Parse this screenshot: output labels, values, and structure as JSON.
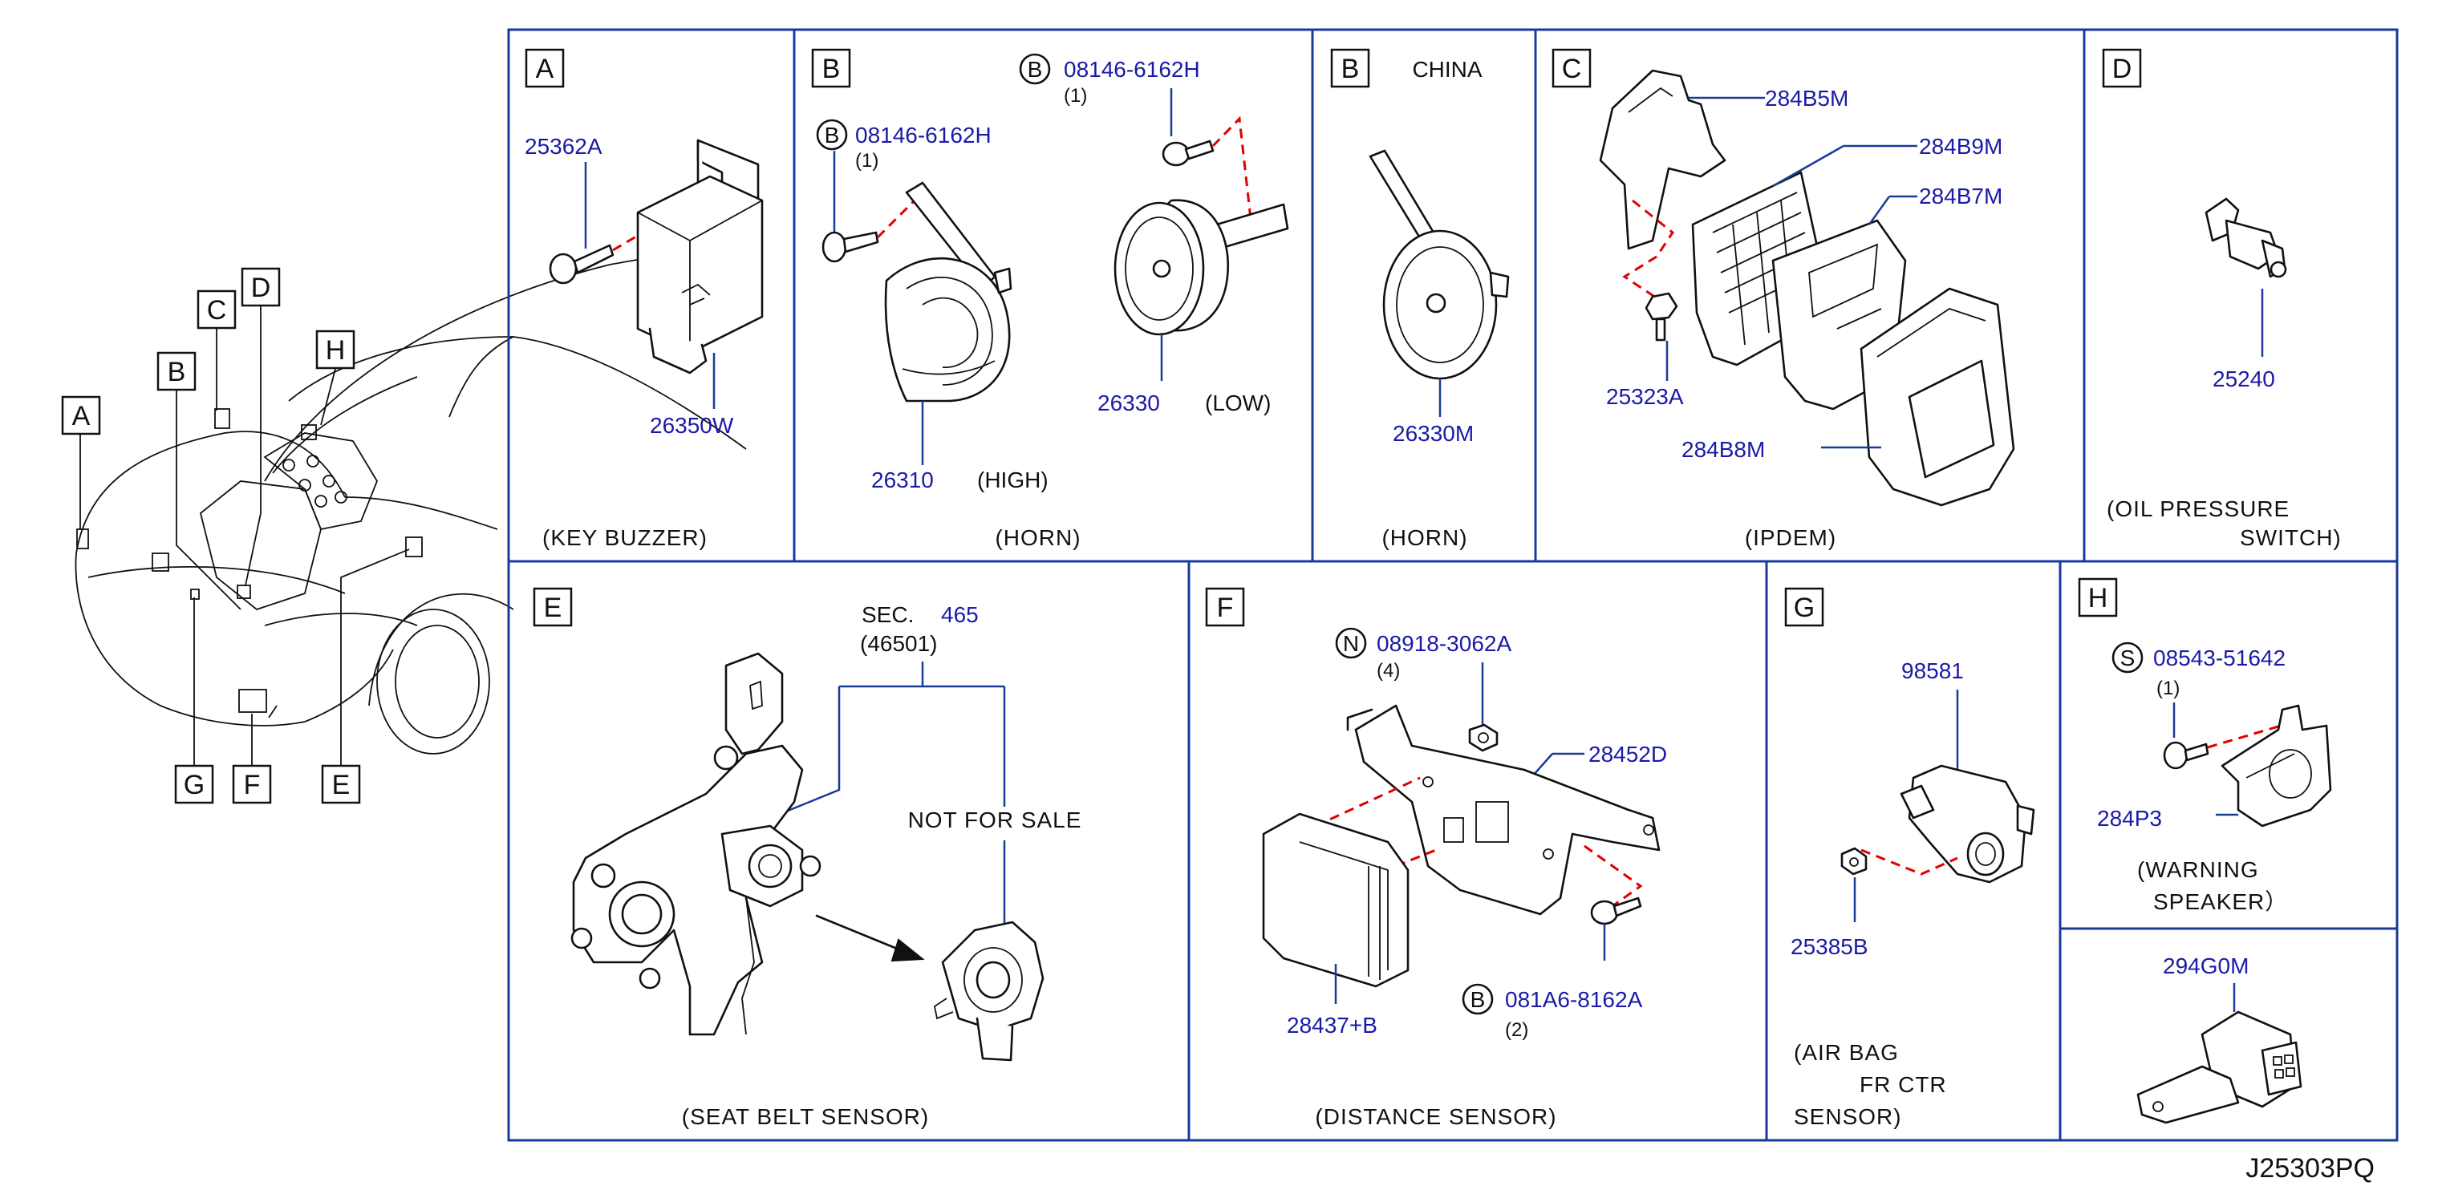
{
  "sections": [
    {
      "letter": "A",
      "caption": "(KEY   BUZZER)",
      "parts": [
        "25362A",
        "26350W"
      ]
    },
    {
      "letter": "B",
      "caption": "(HORN)",
      "bolt_left": {
        "symbol": "B",
        "number": "08146-6162H",
        "qty": "(1)"
      },
      "bolt_right": {
        "symbol": "B",
        "number": "08146-6162H",
        "qty": "(1)"
      },
      "parts": [
        "26310",
        "26330"
      ],
      "notes": [
        "(HIGH)",
        "(LOW)"
      ]
    },
    {
      "letter": "B",
      "caption": "(HORN)",
      "note": "CHINA",
      "parts": [
        "26330M"
      ]
    },
    {
      "letter": "C",
      "caption": "(IPDEM)",
      "parts": [
        "284B5M",
        "284B9M",
        "284B7M",
        "25323A",
        "284B8M"
      ]
    },
    {
      "letter": "D",
      "caption_1": "(OIL   PRESSURE",
      "caption_2": "SWITCH)",
      "parts": [
        "25240"
      ]
    },
    {
      "letter": "E",
      "caption": "(SEAT   BELT   SENSOR)",
      "sec_label": "SEC.",
      "sec_number": "465",
      "sec_sub": "(46501)",
      "nfs": "NOT   FOR   SALE"
    },
    {
      "letter": "F",
      "caption": "(DISTANCE   SENSOR)",
      "nut": {
        "symbol": "N",
        "number": "08918-3062A",
        "qty": "(4)"
      },
      "bolt": {
        "symbol": "B",
        "number": "081A6-8162A",
        "qty": "(2)"
      },
      "parts": [
        "28452D",
        "28437+B"
      ]
    },
    {
      "letter": "G",
      "caption_1": "(AIR   BAG",
      "caption_2": "FR   CTR",
      "caption_3": "SENSOR)",
      "parts": [
        "98581",
        "25385B"
      ]
    },
    {
      "letter": "H",
      "caption_1": "(WARNING",
      "caption_2": "SPEAKER）",
      "screw": {
        "symbol": "S",
        "number": "08543-51642",
        "qty": "(1)"
      },
      "parts": [
        "284P3"
      ]
    },
    {
      "letter": "",
      "parts": [
        "294G0M"
      ]
    }
  ],
  "overview_letters": [
    "A",
    "B",
    "C",
    "D",
    "H",
    "G",
    "F",
    "E"
  ],
  "diagram_code": "J25303PQ",
  "colors": {
    "part_number": "#1a1aa8",
    "frame": "#1a3a9a",
    "dashed": "#e00000"
  }
}
